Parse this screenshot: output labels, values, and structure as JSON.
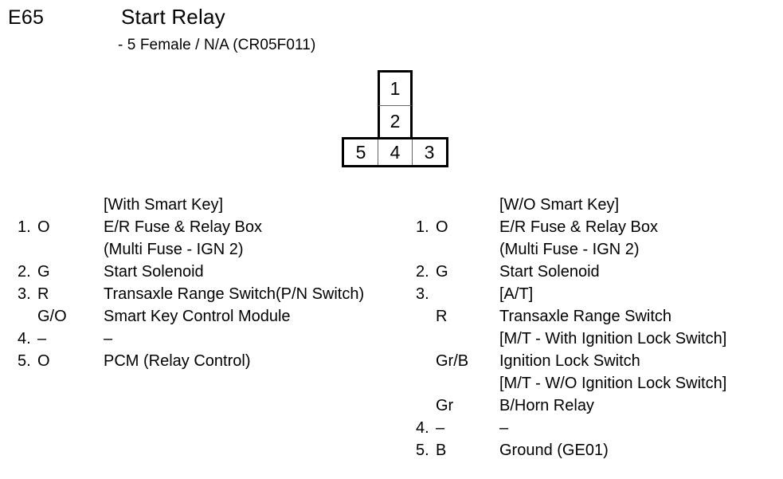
{
  "header": {
    "code": "E65",
    "title": "Start Relay",
    "subtitle": "- 5 Female / N/A (CR05F011)"
  },
  "connector": {
    "name": "5-pin female connector face view",
    "stack_cells": [
      "1",
      "2"
    ],
    "bottom_cells": [
      "5",
      "4",
      "3"
    ]
  },
  "columns": [
    {
      "heading": "[With Smart Key]",
      "rows": [
        {
          "num": "1.",
          "color": "O",
          "desc": "E/R Fuse & Relay Box"
        },
        {
          "num": "",
          "color": "",
          "desc": "(Multi Fuse - IGN 2)"
        },
        {
          "num": "2.",
          "color": "G",
          "desc": "Start Solenoid"
        },
        {
          "num": "3.",
          "color": "R",
          "desc": "Transaxle Range Switch(P/N Switch)"
        },
        {
          "num": "",
          "color": "G/O",
          "desc": "Smart Key Control Module"
        },
        {
          "num": "4.",
          "color": "–",
          "desc": "–"
        },
        {
          "num": "5.",
          "color": "O",
          "desc": "PCM (Relay Control)"
        }
      ]
    },
    {
      "heading": "[W/O Smart Key]",
      "rows": [
        {
          "num": "1.",
          "color": "O",
          "desc": "E/R Fuse & Relay Box"
        },
        {
          "num": "",
          "color": "",
          "desc": "(Multi Fuse - IGN 2)"
        },
        {
          "num": "2.",
          "color": "G",
          "desc": "Start Solenoid"
        },
        {
          "num": "3.",
          "color": "",
          "desc": "[A/T]"
        },
        {
          "num": "",
          "color": "R",
          "desc": "Transaxle Range Switch"
        },
        {
          "num": "",
          "color": "",
          "desc": "[M/T -  With Ignition Lock Switch]"
        },
        {
          "num": "",
          "color": "Gr/B",
          "desc": "Ignition Lock Switch"
        },
        {
          "num": "",
          "color": "",
          "desc": "[M/T -  W/O Ignition Lock Switch]"
        },
        {
          "num": "",
          "color": "Gr",
          "desc": "B/Horn Relay"
        },
        {
          "num": "4.",
          "color": "–",
          "desc": "–"
        },
        {
          "num": "5.",
          "color": "B",
          "desc": "Ground (GE01)"
        }
      ]
    }
  ]
}
